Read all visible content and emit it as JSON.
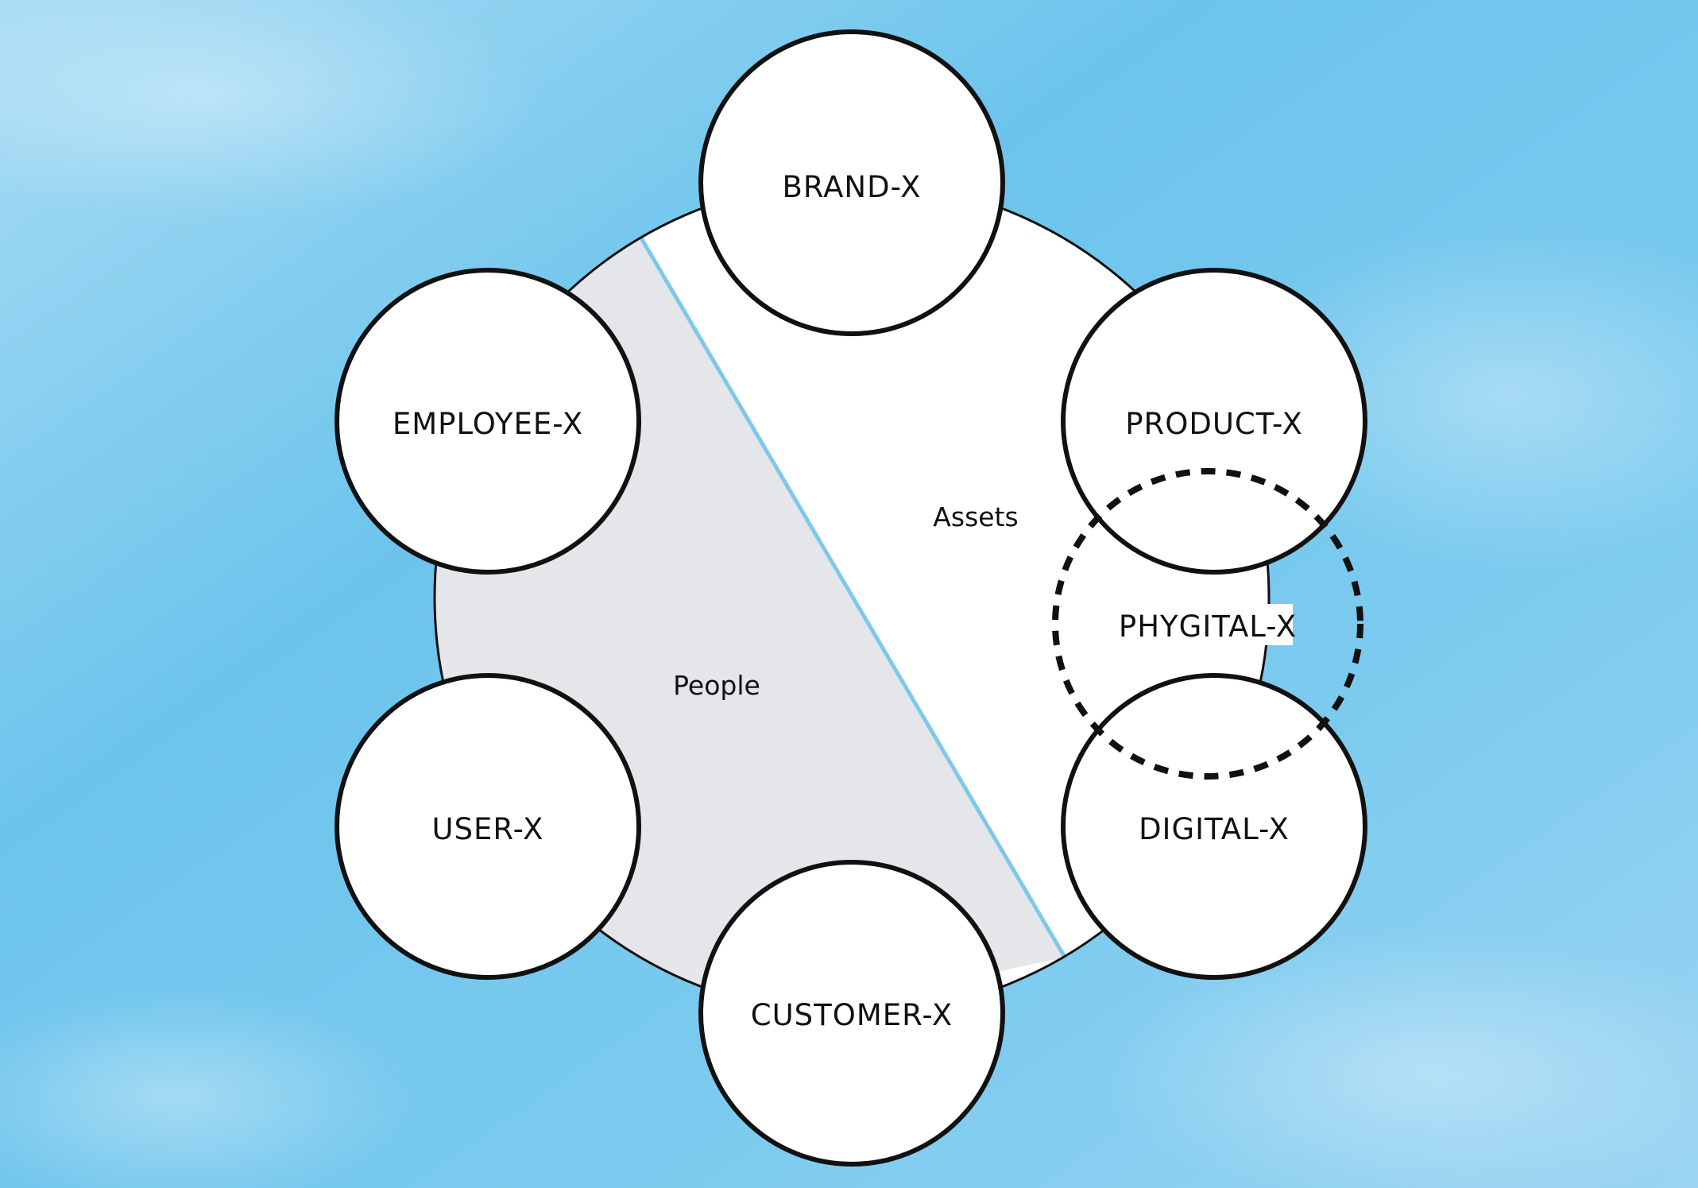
{
  "colors": {
    "sky_top": "#8fd0f0",
    "sky_mid": "#6cc4ec",
    "sky_bottom": "#8ccdf0",
    "people_region": "#e4e6e9",
    "assets_region": "#ffffff",
    "divider": "#7fc8ec",
    "stroke": "#111111"
  },
  "regions": {
    "people": "People",
    "assets": "Assets"
  },
  "nodes": {
    "brand": "BRAND-X",
    "employee": "EMPLOYEE-X",
    "product": "PRODUCT-X",
    "phygital": "PHYGITAL-X",
    "user": "USER-X",
    "digital": "DIGITAL-X",
    "customer": "CUSTOMER-X"
  }
}
